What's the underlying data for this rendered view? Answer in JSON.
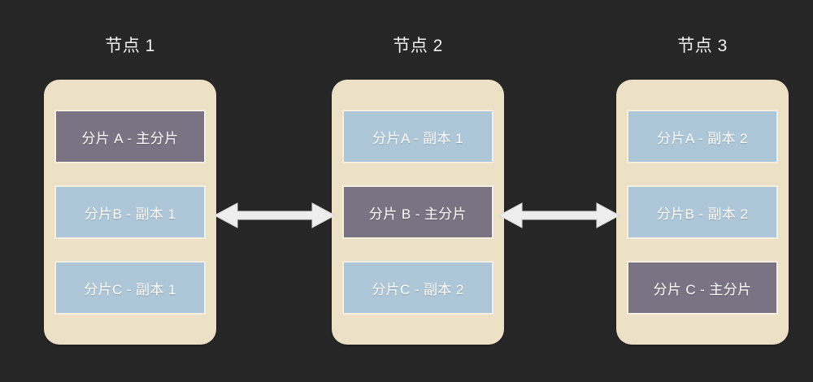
{
  "diagram": {
    "background_color": "#262626",
    "card_color": "#ece0c6",
    "primary_color": "#7a7383",
    "replica_color": "#aec7d8",
    "title_color": "#f2f2f2",
    "arrow_color": "#eeeeee"
  },
  "nodes": [
    {
      "title": "节点 1",
      "shards": [
        {
          "label": "分片 A - 主分片",
          "role": "primary"
        },
        {
          "label": "分片B - 副本 1",
          "role": "replica"
        },
        {
          "label": "分片C - 副本 1",
          "role": "replica"
        }
      ]
    },
    {
      "title": "节点 2",
      "shards": [
        {
          "label": "分片A - 副本 1",
          "role": "replica"
        },
        {
          "label": "分片 B - 主分片",
          "role": "primary"
        },
        {
          "label": "分片C - 副本 2",
          "role": "replica"
        }
      ]
    },
    {
      "title": "节点 3",
      "shards": [
        {
          "label": "分片A - 副本 2",
          "role": "replica"
        },
        {
          "label": "分片B - 副本 2",
          "role": "replica"
        },
        {
          "label": "分片 C - 主分片",
          "role": "primary"
        }
      ]
    }
  ],
  "links": [
    {
      "from": "节点 1",
      "to": "节点 2",
      "direction": "bidirectional"
    },
    {
      "from": "节点 2",
      "to": "节点 3",
      "direction": "bidirectional"
    }
  ]
}
